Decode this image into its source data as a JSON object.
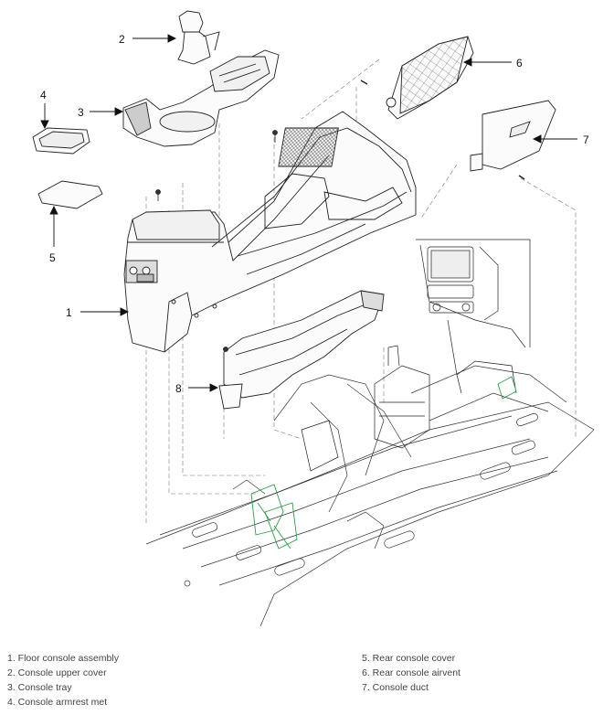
{
  "callouts": [
    {
      "id": "1",
      "text": "1"
    },
    {
      "id": "2",
      "text": "2"
    },
    {
      "id": "3",
      "text": "3"
    },
    {
      "id": "4",
      "text": "4"
    },
    {
      "id": "5",
      "text": "5"
    },
    {
      "id": "6",
      "text": "6"
    },
    {
      "id": "7",
      "text": "7"
    },
    {
      "id": "8",
      "text": "8"
    }
  ],
  "legend_left": [
    "1. Floor console assembly",
    "2. Console upper cover",
    "3. Console tray",
    "4. Console armrest met"
  ],
  "legend_right": [
    "5. Rear console cover",
    "6. Rear console airvent",
    "7. Console duct"
  ],
  "colors": {
    "line": "#222222",
    "leader": "#555555",
    "highlight": "#2e9e47"
  }
}
